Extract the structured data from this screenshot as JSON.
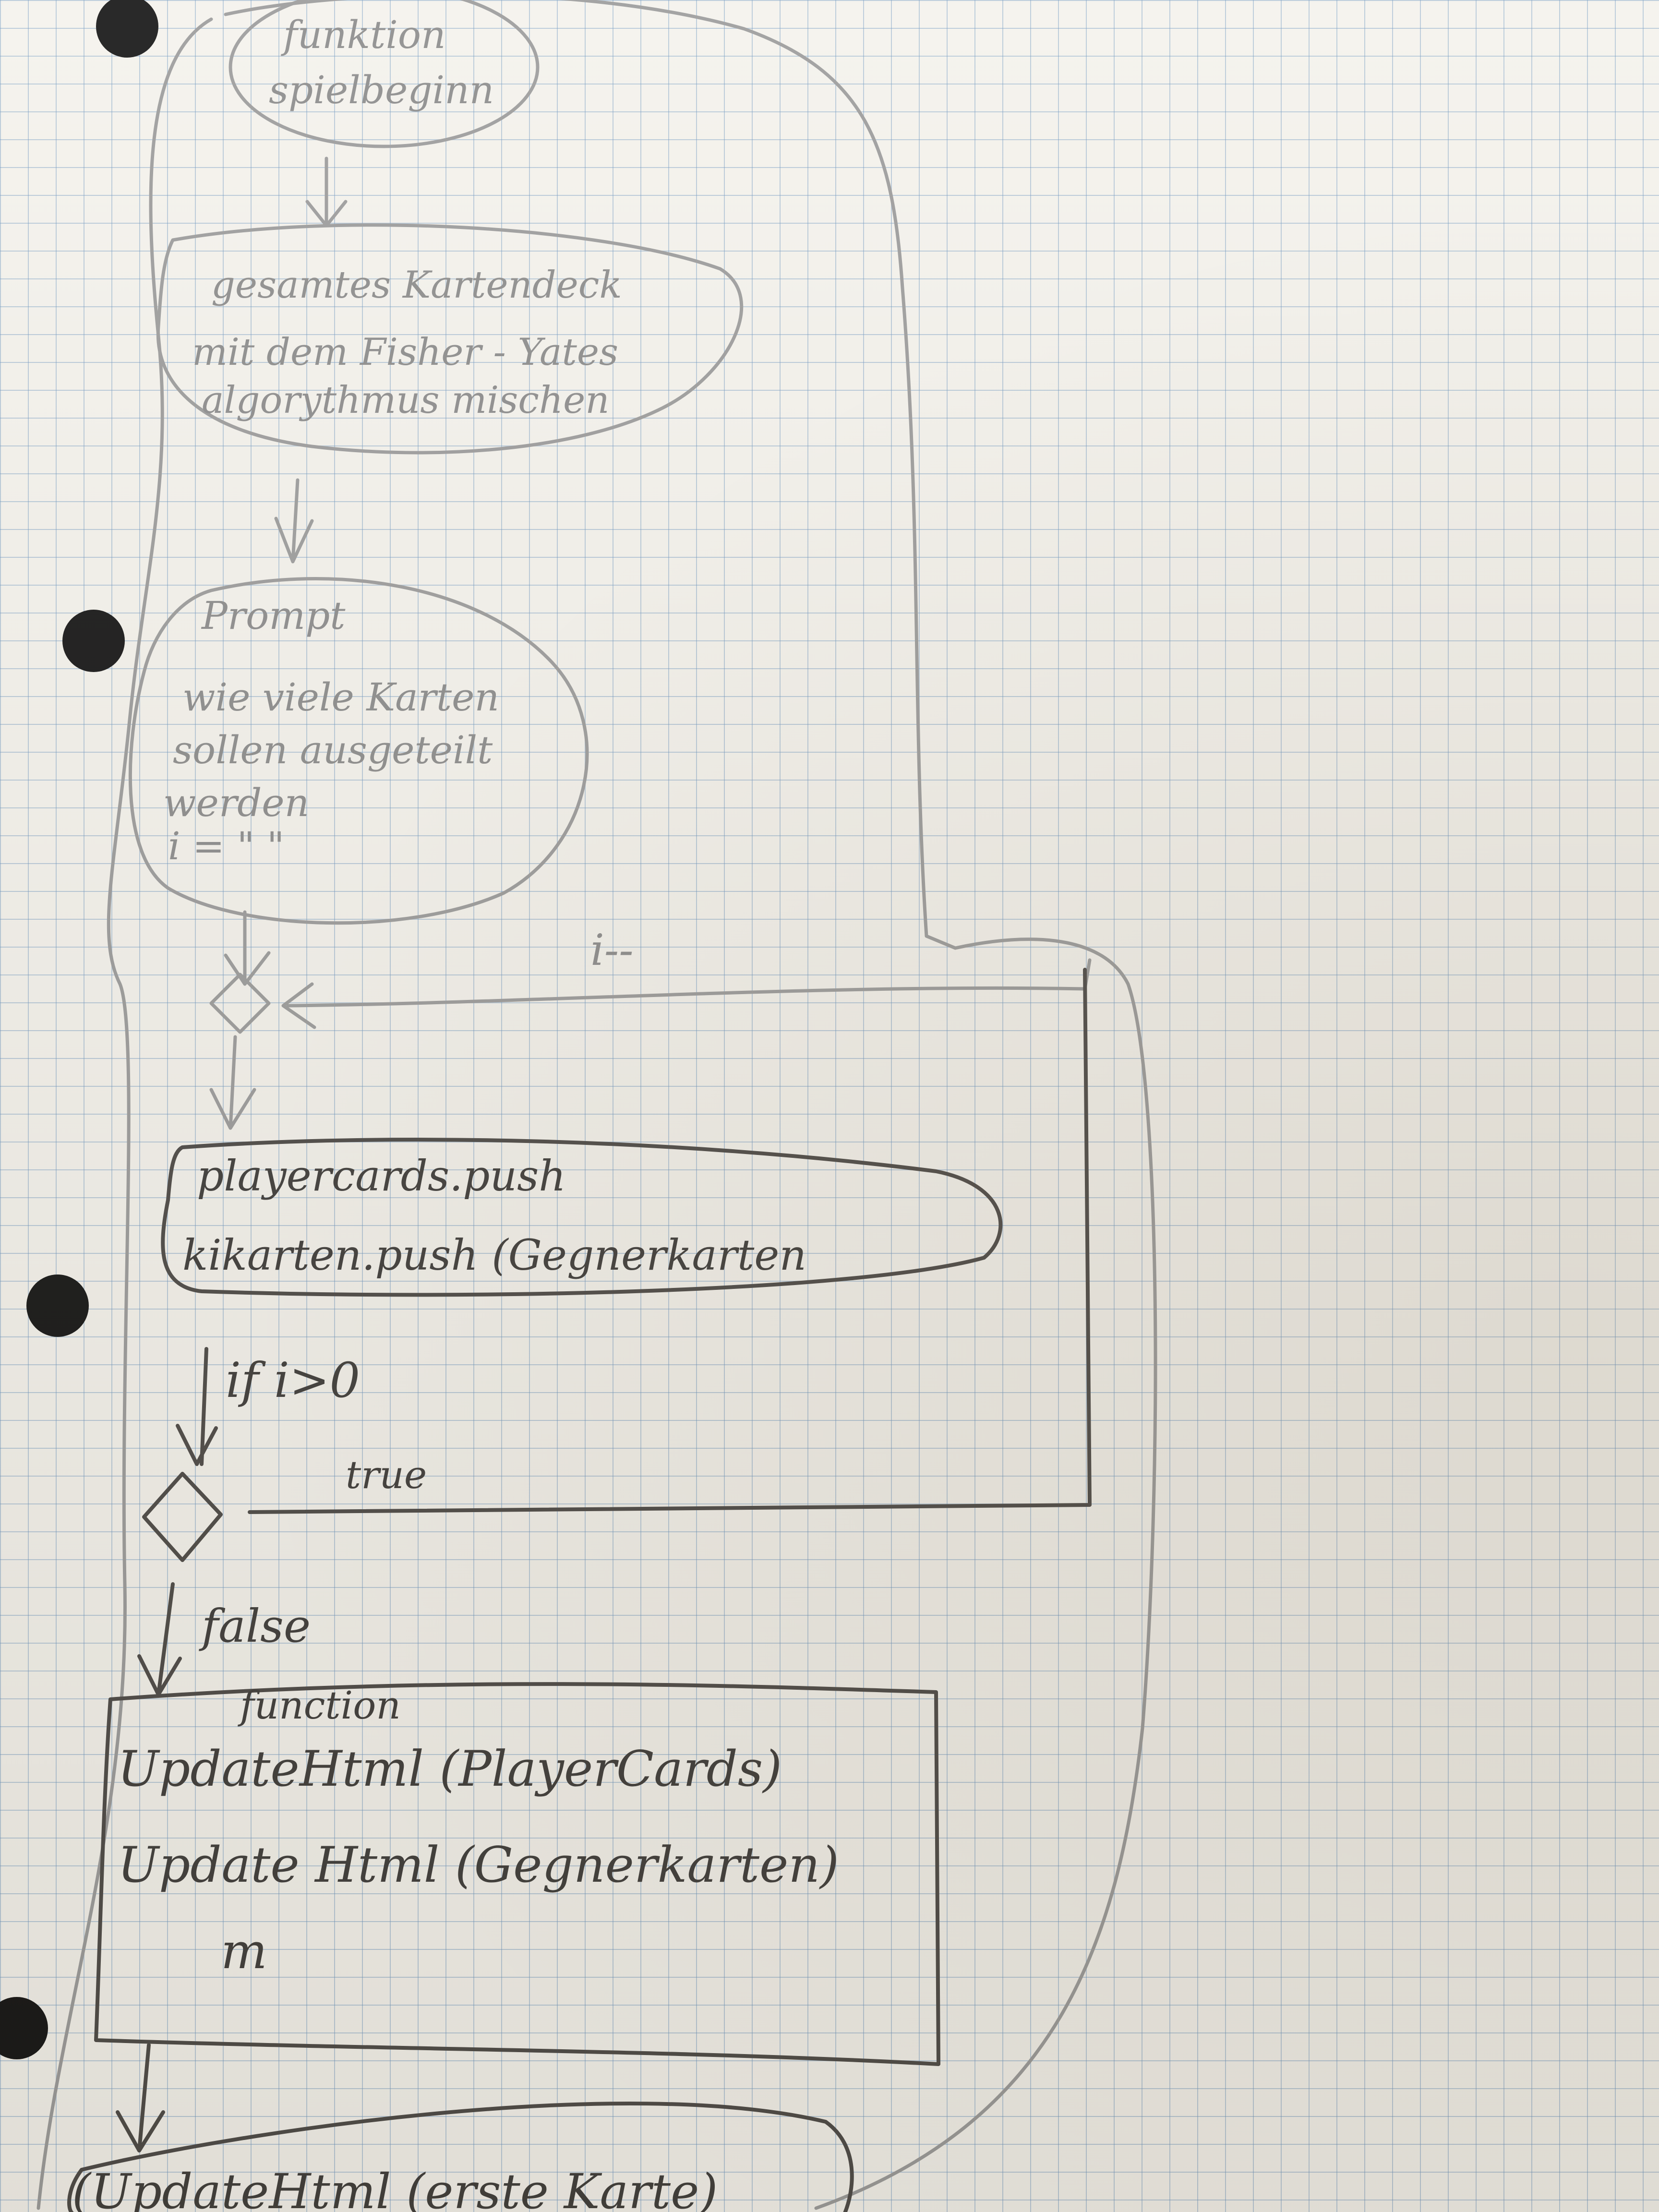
{
  "nodes": {
    "start": [
      "funktion",
      "spielbeginn"
    ],
    "shuffle": [
      "gesamtes Kartendeck",
      "mit dem Fisher - Yates",
      "algorythmus mischen"
    ],
    "prompt": [
      "Prompt",
      "wie viele Karten",
      "sollen ausgeteilt",
      "werden",
      "i =  \"    \""
    ],
    "push": [
      "playercards.push",
      "kikarten.push (Gegnerkarten"
    ],
    "condition": "if i>0",
    "update_title": "function",
    "update": [
      "UpdateHtml (PlayerCards)",
      "Update Html (Gegnerkarten)",
      "m"
    ],
    "final": "(UpdateHtml (erste Karte)"
  },
  "edges": {
    "loop_label": "i--",
    "true_label": "true",
    "false_label": "false"
  }
}
